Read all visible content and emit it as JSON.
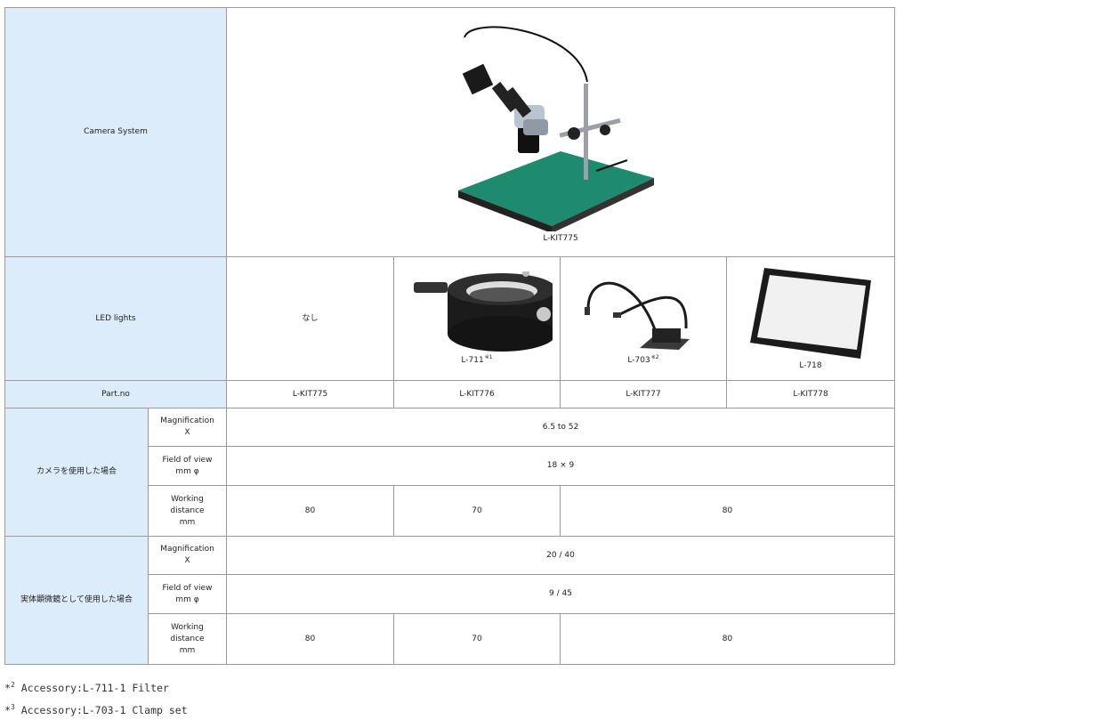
{
  "camera_row": {
    "label": "Camera System",
    "image_caption": "L-KIT775"
  },
  "led_row": {
    "label": "LED lights",
    "options": [
      {
        "label": "なし"
      },
      {
        "caption": "L-711",
        "mark": "※1"
      },
      {
        "caption": "L-703",
        "mark": "※2"
      },
      {
        "caption": "L-718"
      }
    ]
  },
  "part_row": {
    "label": "Part.no",
    "values": [
      "L-KIT775",
      "L-KIT776",
      "L-KIT777",
      "L-KIT778"
    ]
  },
  "camera_use": {
    "label": "カメラを使用した場合",
    "magnification": {
      "label_line1": "Magnification",
      "label_line2": "X",
      "value": "6.5 to 52"
    },
    "field_of_view": {
      "label_line1": "Field of view",
      "label_line2": "mm φ",
      "value": "18 × 9"
    },
    "working_distance": {
      "label_line1": "Working",
      "label_line2": "distance",
      "label_line3": "mm",
      "values": [
        "80",
        "70",
        "80"
      ]
    }
  },
  "microscope_use": {
    "label": "実体顕微鏡として使用した場合",
    "magnification": {
      "label_line1": "Magnification",
      "label_line2": "X",
      "value": "20 / 40"
    },
    "field_of_view": {
      "label_line1": "Field of view",
      "label_line2": "mm φ",
      "value": "9 / 45"
    },
    "working_distance": {
      "label_line1": "Working",
      "label_line2": "distance",
      "label_line3": "mm",
      "values": [
        "80",
        "70",
        "80"
      ]
    }
  },
  "notes": [
    {
      "prefix": "*",
      "num": "2",
      "text": " Accessory:L-711-1 Filter"
    },
    {
      "prefix": "*",
      "num": "3",
      "text": " Accessory:L-703-1 Clamp set"
    }
  ]
}
